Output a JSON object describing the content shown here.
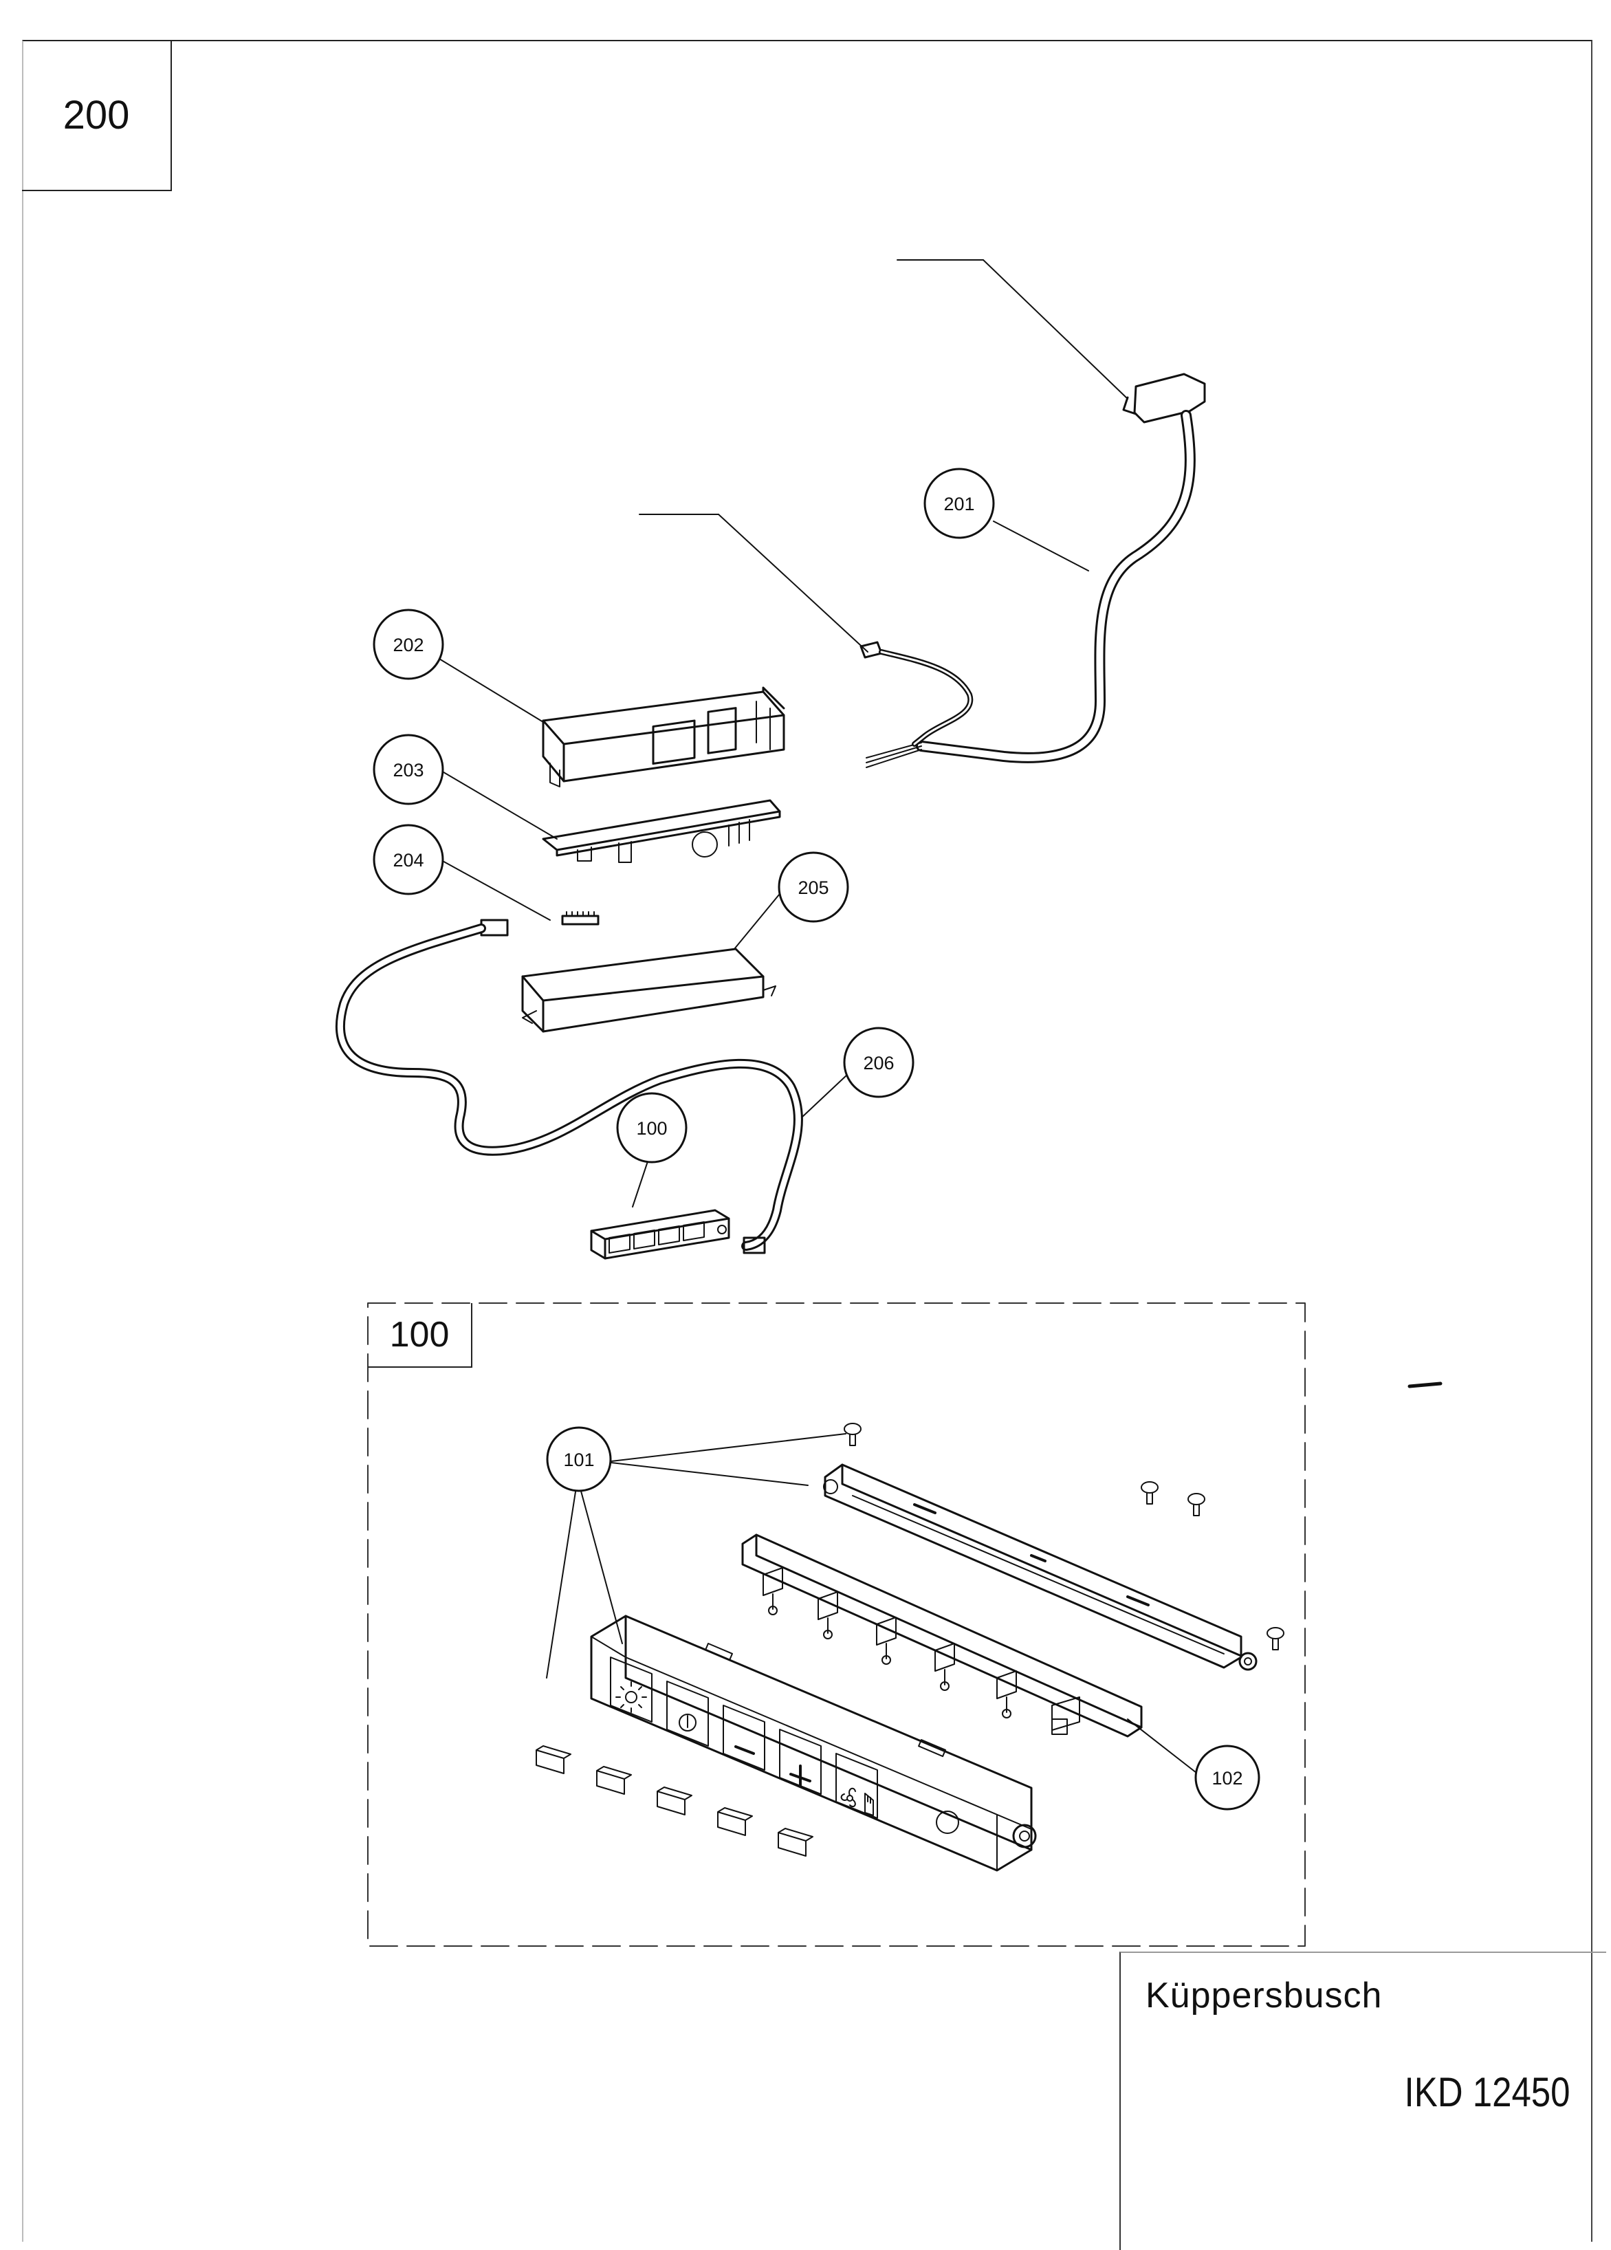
{
  "page": {
    "number": "200"
  },
  "detail": {
    "number": "100"
  },
  "callouts": {
    "c201": "201",
    "c202": "202",
    "c203": "203",
    "c204": "204",
    "c205": "205",
    "c206": "206",
    "c100": "100",
    "c101": "101",
    "c102": "102"
  },
  "title_block": {
    "brand": "Küppersbusch",
    "model": "IKD 12450"
  },
  "icons": [
    "light-icon",
    "power-icon",
    "minus-icon",
    "plus-icon",
    "fan-icon"
  ]
}
